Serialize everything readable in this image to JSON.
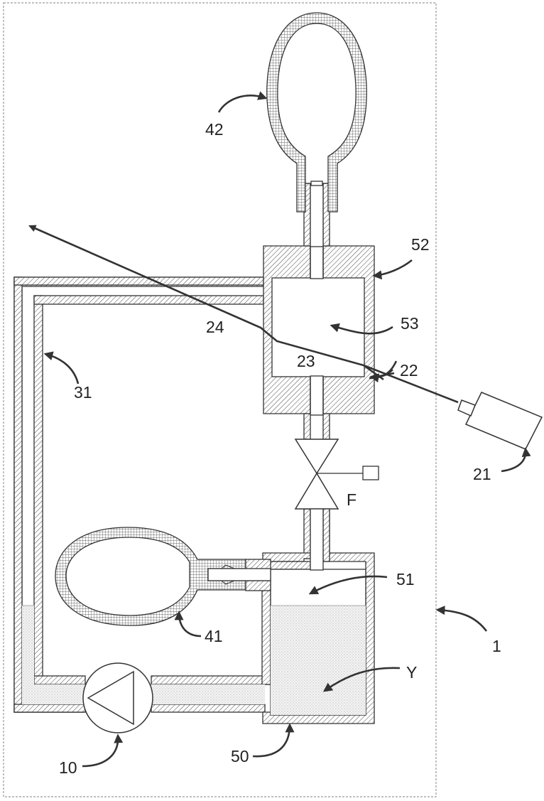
{
  "labels": {
    "device": "1",
    "pump": "10",
    "source": "21",
    "point_22": "22",
    "point_23": "23",
    "point_24": "24",
    "line_31": "31",
    "bladder_41": "41",
    "bladder_42": "42",
    "reservoir": "50",
    "reservoir_space": "51",
    "chamber_block": "52",
    "chamber": "53",
    "valve": "F",
    "fluid": "Y"
  },
  "colors": {
    "stroke": "#333333",
    "fluid_dots": "#8a8a8a",
    "frame_dash": "#9a9a9a"
  }
}
